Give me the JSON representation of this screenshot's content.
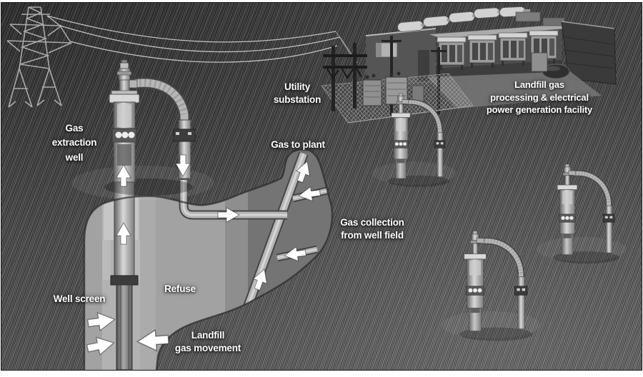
{
  "scene": {
    "labels": {
      "gas_extraction_well": "Gas\nextraction\nwell",
      "utility_substation": "Utility\nsubstation",
      "processing_facility": "Landfill gas\nprocessing & electrical\npower generation facility",
      "gas_to_plant": "Gas to plant",
      "gas_collection_from_well_field": "Gas collection\nfrom well field",
      "refuse": "Refuse",
      "well_screen": "Well screen",
      "landfill_gas_movement": "Landfill\ngas movement"
    },
    "icons": [
      "transmission-tower-icon",
      "power-lines-icon",
      "utility-substation-icon",
      "processing-facility-icon",
      "gas-extraction-well-icon",
      "collection-pipe-icon",
      "flow-arrow-icon",
      "underground-cutaway-icon"
    ],
    "colors": {
      "grass": "#464646",
      "refuse_light": "#a2a2a2",
      "refuse_dark": "#747474",
      "gravel_backfill": "#b2b2b2",
      "pipe": "#b7b7b7",
      "label_text": "#ffffff",
      "background_frame": "#ffffff"
    }
  }
}
